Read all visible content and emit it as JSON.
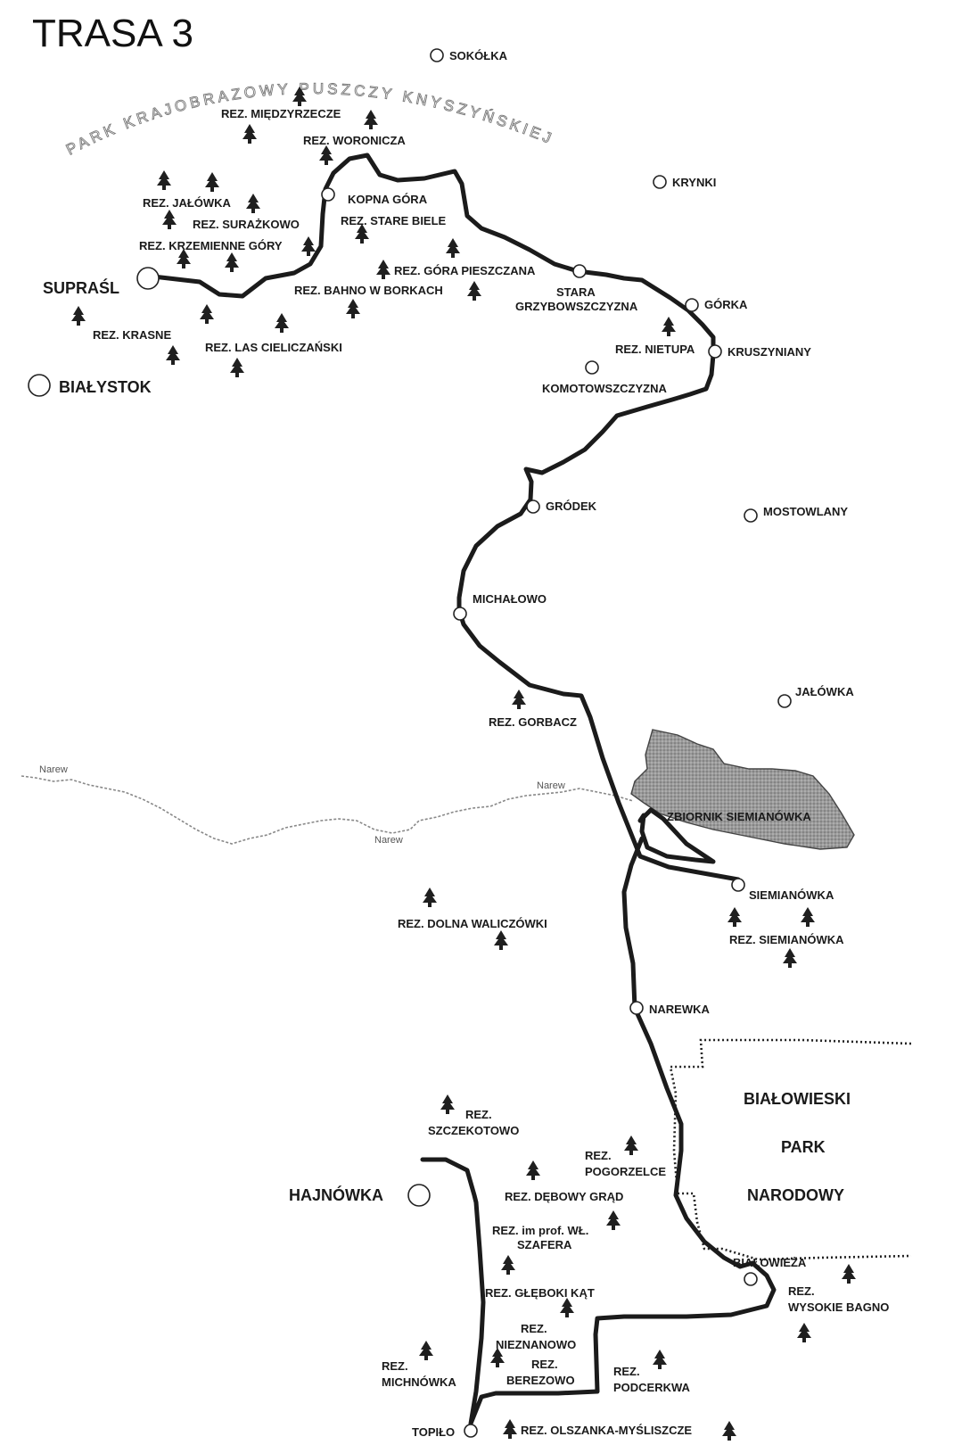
{
  "title": "TRASA 3",
  "park_name": "PARK KRAJOBRAZOWY PUSZCZY KNYSZYŃSKIEJ",
  "national_park": [
    "BIAŁOWIESKI",
    "PARK",
    "NARODOWY"
  ],
  "reservoir": "ZBIORNIK SIEMIANÓWKA",
  "river": "Narew",
  "towns": {
    "sokolka": "SOKÓŁKA",
    "krynki": "KRYNKI",
    "suprasl": "SUPRAŚL",
    "bialystok": "BIAŁYSTOK",
    "kopna_gora": "KOPNA GÓRA",
    "stara_line1": "STARA",
    "stara_line2": "GRZYBOWSZCZYZNA",
    "gorka": "GÓRKA",
    "kruszyniany": "KRUSZYNIANY",
    "komotowszczyzna": "KOMOTOWSZCZYZNA",
    "grodek": "GRÓDEK",
    "mostowlany": "MOSTOWLANY",
    "michalowo": "MICHAŁOWO",
    "jalowka": "JAŁÓWKA",
    "siemianowka": "SIEMIANÓWKA",
    "narewka": "NAREWKA",
    "hajnowka": "HAJNÓWKA",
    "bialowieza": "BIAŁOWIEŻA",
    "topilo": "TOPIŁO"
  },
  "reserves": {
    "miedzyrzecze": "REZ. MIĘDZYRZECZE",
    "woronicza": "REZ. WORONICZA",
    "jalowka": "REZ. JAŁÓWKA",
    "surazkowo": "REZ. SURAŻKOWO",
    "stare_biele": "REZ. STARE BIELE",
    "krzemienne": "REZ. KRZEMIENNE GÓRY",
    "gora_pieszczana": "REZ. GÓRA PIESZCZANA",
    "bahno": "REZ. BAHNO W BORKACH",
    "krasne": "REZ. KRASNE",
    "las_cieliczanski": "REZ. LAS CIELICZAŃSKI",
    "nietupa": "REZ. NIETUPA",
    "gorbacz": "REZ. GORBACZ",
    "dolna_waliczowki": "REZ. DOLNA WALICZÓWKI",
    "siemianowka": "REZ. SIEMIANÓWKA",
    "szczekotowo_1": "REZ.",
    "szczekotowo_2": "SZCZEKOTOWO",
    "pogorzelce_1": "REZ.",
    "pogorzelce_2": "POGORZELCE",
    "debowy_grad": "REZ. DĘBOWY GRĄD",
    "szafera_1": "REZ. im prof. WŁ.",
    "szafera_2": "SZAFERA",
    "gleboki_kat": "REZ. GŁĘBOKI KĄT",
    "wysokie_bagno_1": "REZ.",
    "wysokie_bagno_2": "WYSOKIE BAGNO",
    "nieznanowo_1": "REZ.",
    "nieznanowo_2": "NIEZNANOWO",
    "michnowka_1": "REZ.",
    "michnowka_2": "MICHNÓWKA",
    "berezowo_1": "REZ.",
    "berezowo_2": "BEREZOWO",
    "podcerkwa_1": "REZ.",
    "podcerkwa_2": "PODCERKWA",
    "olszanka": "REZ. OLSZANKA-MYŚLISZCZE"
  }
}
